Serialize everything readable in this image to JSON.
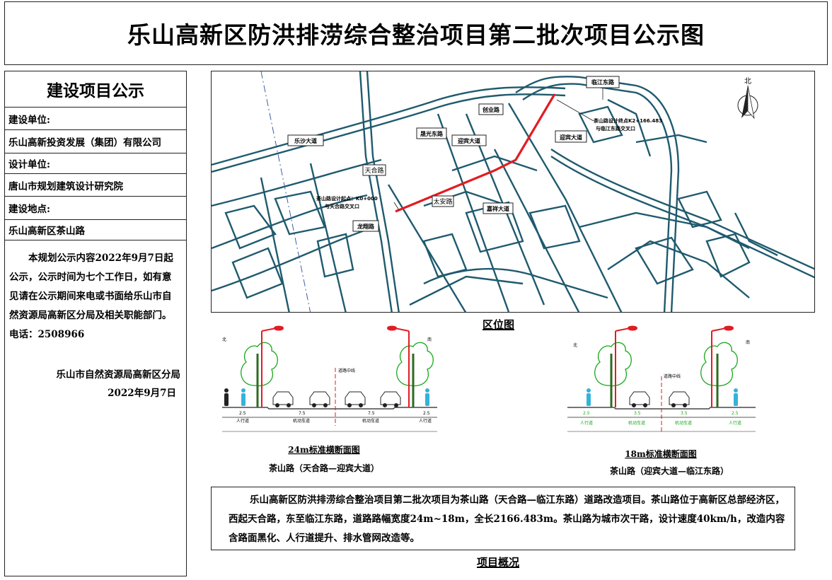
{
  "page_title": "乐山高新区防洪排涝综合整治项目第二批次项目公示图",
  "left_panel": {
    "heading": "建设项目公示",
    "build_unit_label": "建设单位:",
    "build_unit_value": "乐山高新投资发展（集团）有限公司",
    "design_unit_label": "设计单位:",
    "design_unit_value": "唐山市规划建筑设计研究院",
    "location_label": "建设地点:",
    "location_value": "乐山高新区茶山路",
    "notice": "本规划公示内容2022年9月7日起公示，公示时间为七个工作日，如有意见请在公示期间来电或书面给乐山市自然资源局高新区分局及相关职能部门。",
    "phone": "电话：2508966",
    "signature": "乐山市自然资源局高新区分局",
    "date": "2022年9月7日"
  },
  "map": {
    "caption": "区位图",
    "north_label": "北",
    "labels": {
      "linjiang": "临江东路",
      "chuangye": "创业路",
      "jintai": "晟光东路",
      "yingbin_s": "迎宾大道",
      "yingbin_e": "迎宾大道",
      "lesha": "乐沙大道",
      "tianhe": "天合路",
      "taian": "太安路",
      "jiaxiang": "嘉祥大道",
      "longxiang": "龙翔路",
      "start_note_1": "茶山路设计起点：K0+000",
      "start_note_2": "与天合路交叉口",
      "end_note_1": "茶山路设计终点K2+166.483",
      "end_note_2": "与临江东路交叉口"
    }
  },
  "sections": {
    "left": {
      "north": "北",
      "south": "南",
      "title": "24m标准横断面图",
      "subtitle": "茶山路（天合路—迎宾大道）",
      "centerline": "道路中线",
      "dims": [
        "2.5",
        "7.5",
        "7.5",
        "2.5"
      ],
      "lanes": [
        "人行道",
        "机动车道",
        "机动车道",
        "人行道"
      ]
    },
    "right": {
      "north": "北",
      "south": "南",
      "title": "18m标准横断面图",
      "subtitle": "茶山路（迎宾大道—临江东路）",
      "centerline": "道路中线",
      "dims": [
        "2.5",
        "3.5",
        "3.5",
        "2.5"
      ],
      "lanes": [
        "人行道",
        "机动车道",
        "机动车道",
        "人行道"
      ]
    }
  },
  "description": "乐山高新区防洪排涝综合整治项目第二批次项目为茶山路（天合路—临江东路）道路改造项目。茶山路位于高新区总部经济区，西起天合路，东至临江东路，道路路幅宽度24m~18m，全长2166.483m。茶山路为城市次干路，设计速度40km/h，改造内容含路面黑化、人行道提升、排水管网改造等。",
  "overview_caption": "项目概况",
  "colors": {
    "road": "#1f5a6e",
    "highlight": "#e31b23",
    "tree": "#17a81a",
    "lamp": "#e31b23"
  }
}
